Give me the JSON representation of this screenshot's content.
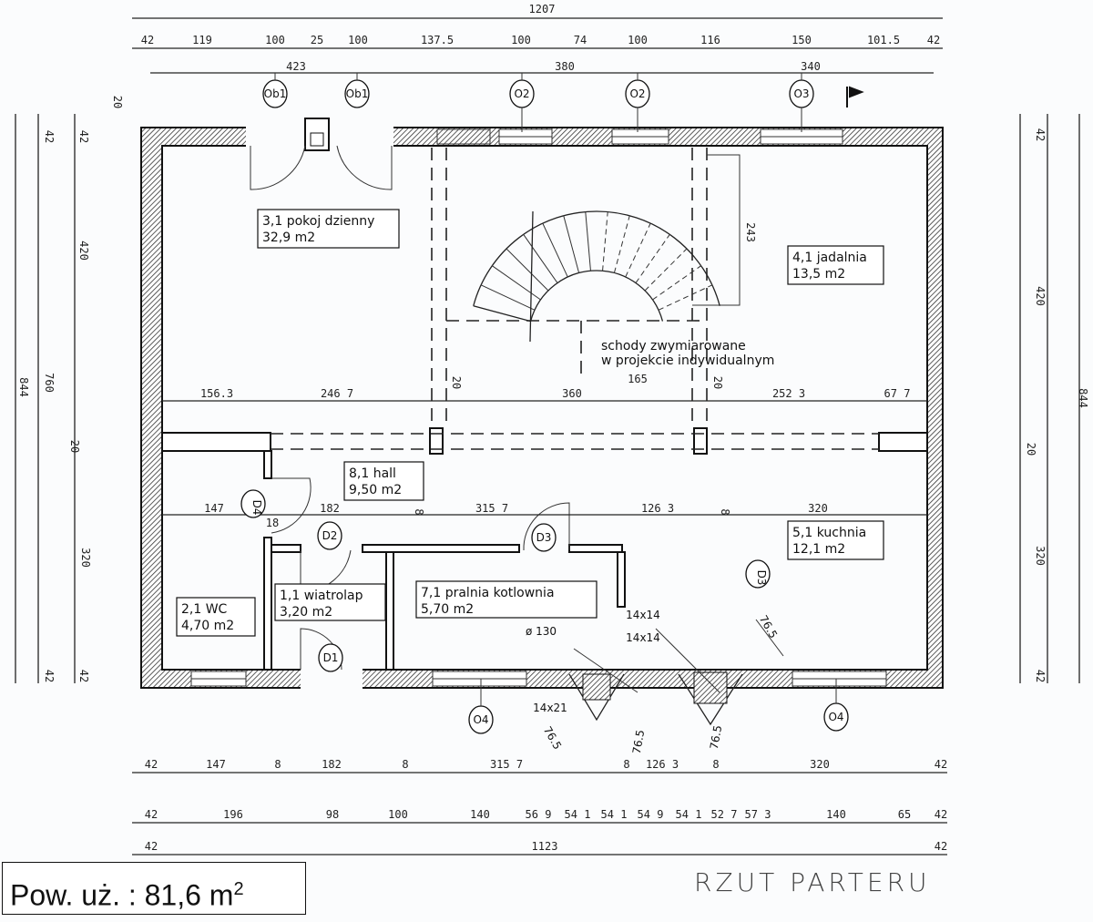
{
  "title": "RZUT PARTERU",
  "usable_area": {
    "label": "Pow. uż. : 81,6 m",
    "sup": "2"
  },
  "rooms": [
    {
      "name": "3,1 pokoj dzienny",
      "area": "32,9 m2"
    },
    {
      "name": "4,1 jadalnia",
      "area": "13,5 m2"
    },
    {
      "name": "8,1 hall",
      "area": "9,50 m2"
    },
    {
      "name": "5,1 kuchnia",
      "area": "12,1 m2"
    },
    {
      "name": "2,1 WC",
      "area": "4,70 m2"
    },
    {
      "name": "1,1 wiatrolap",
      "area": "3,20 m2"
    },
    {
      "name": "7,1 pralnia kotlownia",
      "area": "5,70 m2"
    }
  ],
  "stairs_note": [
    "schody zwymiarowane",
    "w projekcie indywidualnym"
  ],
  "tags": [
    "Ob1",
    "Ob1",
    "O2",
    "O2",
    "O3",
    "D4",
    "D2",
    "D3",
    "D3",
    "D1",
    "O4",
    "O4"
  ],
  "chimney_labels": [
    "ø 130",
    "14x14",
    "14x14",
    "14x21",
    "76.5",
    "76.5",
    "76.5",
    "76.5"
  ],
  "dims_top_total": "1207",
  "dims_top_row1": [
    "42",
    "119",
    "100",
    "25",
    "100",
    "137.5",
    "100",
    "74",
    "100",
    "116",
    "150",
    "101.5",
    "42"
  ],
  "dims_top_row2": [
    "423",
    "380",
    "340"
  ],
  "dims_mid_row": [
    "156.3",
    "246 7",
    "360",
    "252 3",
    "67 7",
    "20",
    "20",
    "165",
    "243"
  ],
  "dims_hall_row": [
    "147",
    "18",
    "182",
    "315 7",
    "126 3",
    "320",
    "8",
    "8"
  ],
  "dims_bottom_row1": [
    "42",
    "147",
    "8",
    "182",
    "8",
    "315 7",
    "8",
    "126 3",
    "8",
    "320",
    "42"
  ],
  "dims_bottom_row2": [
    "42",
    "196",
    "98",
    "100",
    "140",
    "56 9",
    "54 1",
    "54 1",
    "54 9",
    "54 1",
    "52 7",
    "57 3",
    "140",
    "65",
    "42"
  ],
  "dims_bottom_row3": [
    "42",
    "1123",
    "42"
  ],
  "dims_left": [
    "42",
    "42",
    "420",
    "844",
    "760",
    "20",
    "320",
    "42",
    "42",
    "20"
  ],
  "dims_right": [
    "42",
    "420",
    "20",
    "320",
    "42",
    "844"
  ]
}
